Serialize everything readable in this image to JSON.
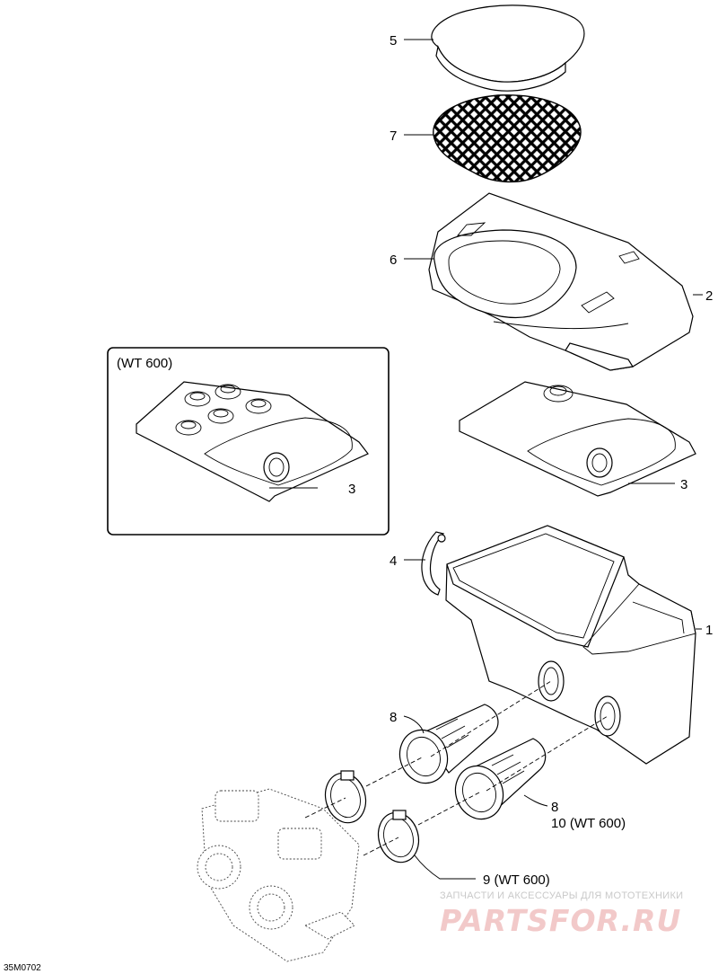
{
  "callouts": {
    "c5": "5",
    "c7": "7",
    "c6": "6",
    "c2": "2",
    "c3_inset": "3",
    "c3_main": "3",
    "c4": "4",
    "c1": "1",
    "c8_upper": "8",
    "c8_lower": "8",
    "c10": "10 (WT 600)",
    "c9": "9 (WT 600)"
  },
  "inset_title": "(WT 600)",
  "figure_code": "35M0702",
  "watermark": {
    "line1": "ЗАПЧАСТИ И АКСЕССУАРЫ ДЛЯ МОТОТЕХНИКИ",
    "line2": "PARTSFOR.RU"
  },
  "colors": {
    "line": "#000000",
    "watermark_grey": "#c9c9c9",
    "watermark_red": "#f2c9c9"
  }
}
